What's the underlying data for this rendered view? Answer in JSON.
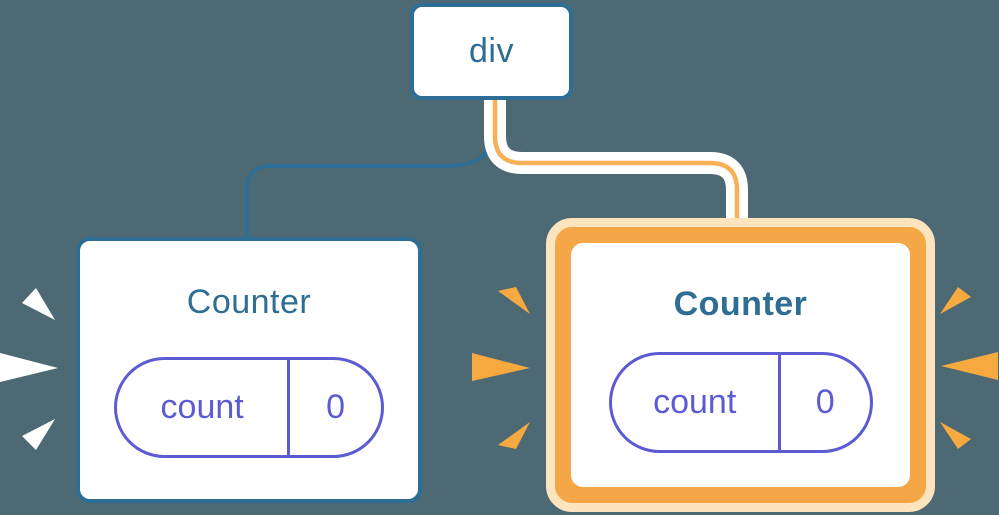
{
  "diagram": {
    "description": "React component tree: div root with two Counter children; right Counter highlighted as freshly mounted with reset state",
    "background": "#4D6A74",
    "colors": {
      "bg": "#4D6A74",
      "blue": "#2E6E94",
      "purple": "#5C5BD4",
      "orange": "#F5A93F",
      "orange-ring": "#F5A747",
      "orange-core": "#F7B055",
      "pale": "#FBE4BE",
      "white": "#FFFFFF"
    },
    "root_node": {
      "label": "div"
    },
    "left_counter": {
      "title": "Counter",
      "highlighted": false,
      "state": {
        "key": "count",
        "value": "0"
      }
    },
    "right_counter": {
      "title": "Counter",
      "highlighted": true,
      "state": {
        "key": "count",
        "value": "0"
      }
    }
  }
}
